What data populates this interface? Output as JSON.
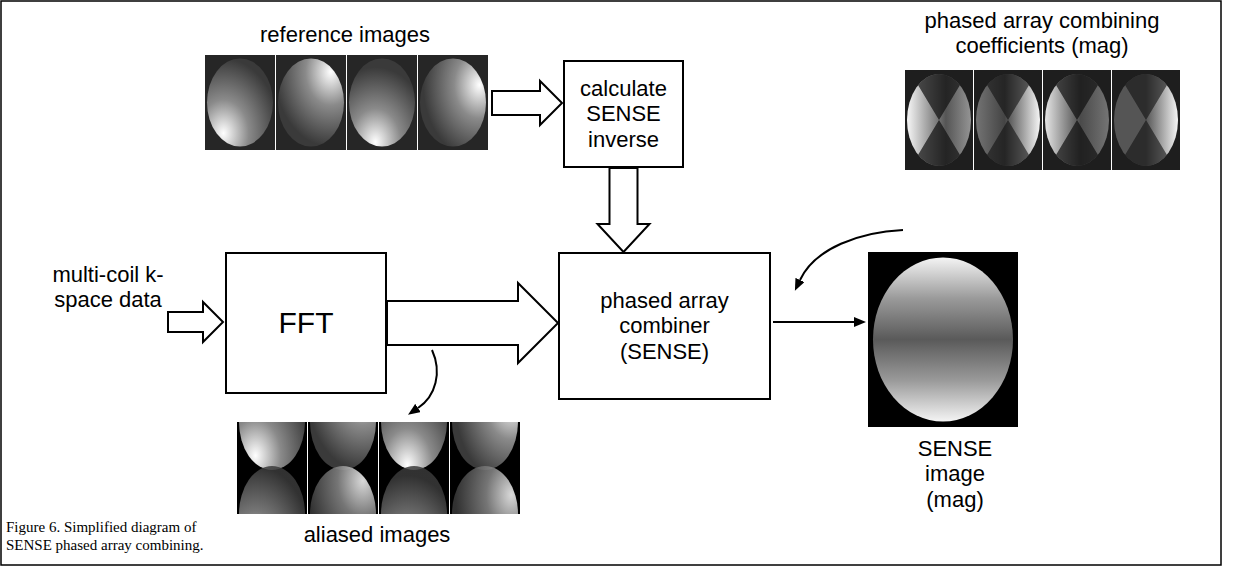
{
  "diagram": {
    "caption": "Figure 6. Simplified diagram of SENSE phased array combining.",
    "nodes": [
      {
        "text": [
          "calculate SENSE inverse"
        ]
      },
      {
        "text": [
          "FFT"
        ]
      },
      {
        "text": [
          "phased array combiner (SENSE)"
        ]
      }
    ],
    "edges": [
      {
        "from": 0,
        "to": 2,
        "arrow": "to"
      },
      {
        "from": 1,
        "to": 2,
        "arrow": "to"
      }
    ],
    "labels": [
      "reference images",
      "phased array combining coefficients (mag)",
      "multi-coil k-space data",
      "aliased images",
      "SENSE image (mag)"
    ]
  }
}
